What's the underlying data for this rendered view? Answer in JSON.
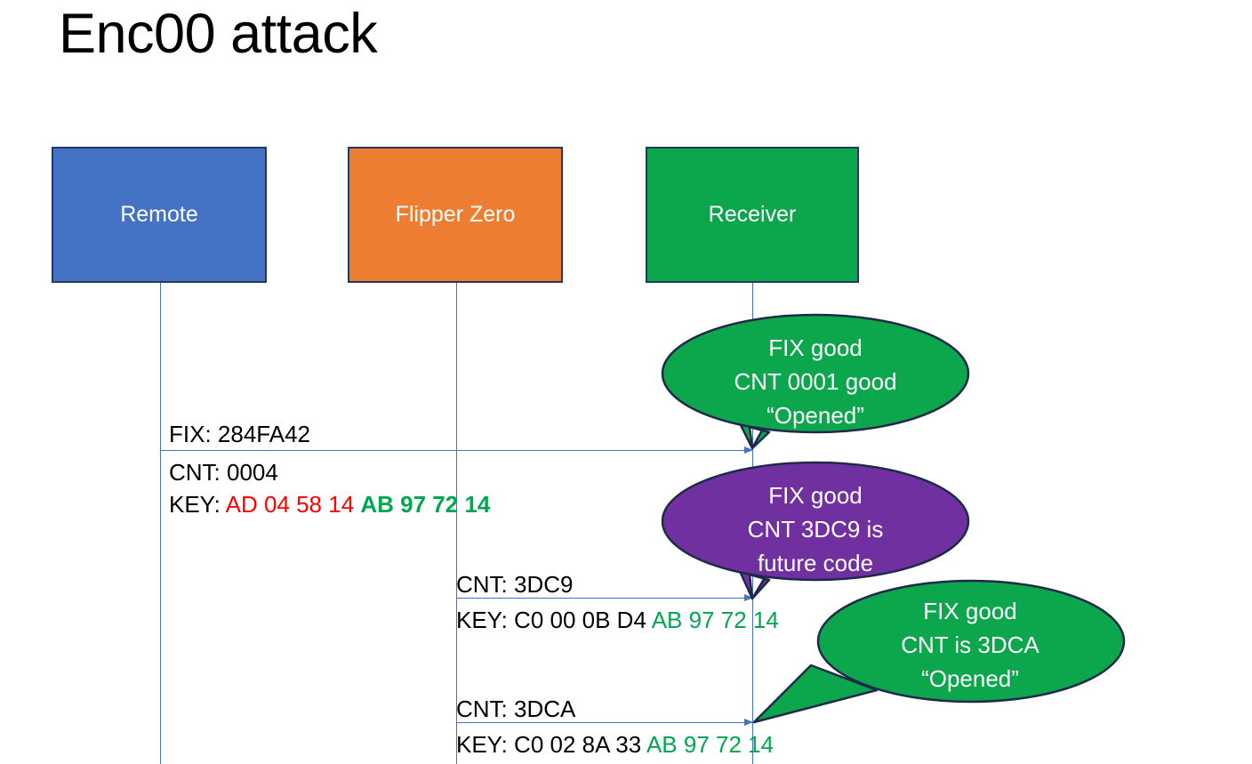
{
  "slide": {
    "title": "Enc00 attack",
    "background": "#FFFFFF"
  },
  "colors": {
    "remote_blue": "#4472C4",
    "flipper_orange": "#ED7D31",
    "receiver_green": "#0CA64C",
    "callout_purple": "#7030A0",
    "outline_navy": "#1F3864",
    "hex_red": "#FF0000",
    "hex_green": "#00A650",
    "lifeline_blue": "#4472C4"
  },
  "actors": [
    {
      "id": "remote",
      "label": "Remote"
    },
    {
      "id": "flipper",
      "label": "Flipper Zero"
    },
    {
      "id": "receiver",
      "label": "Receiver"
    }
  ],
  "messages": [
    {
      "id": "msg-1",
      "from": "remote",
      "to": "receiver",
      "lines": [
        {
          "text": "FIX: 284FA42"
        },
        {
          "text": "CNT: 0004"
        }
      ],
      "key_label": "KEY: ",
      "key_red": "AD 04 58 14 ",
      "key_green": "AB 97 72 14"
    },
    {
      "id": "msg-2",
      "from": "flipper",
      "to": "receiver",
      "cnt": "CNT: 3DC9",
      "key_label": "KEY: C0 00 0B D4 ",
      "key_green": "AB 97 72 14"
    },
    {
      "id": "msg-3",
      "from": "flipper",
      "to": "receiver",
      "cnt": "CNT: 3DCA",
      "key_label": "KEY: C0 02 8A 33 ",
      "key_green": "AB 97 72 14"
    }
  ],
  "callouts": [
    {
      "id": "callout-1",
      "color": "#0CA64C",
      "line1": "FIX good",
      "line2": "CNT 0001 good",
      "line3": "“Opened”"
    },
    {
      "id": "callout-2",
      "color": "#7030A0",
      "line1": "FIX good",
      "line2": "CNT 3DC9 is",
      "line3": "future code"
    },
    {
      "id": "callout-3",
      "color": "#0CA64C",
      "line1": "FIX good",
      "line2": "CNT is 3DCA",
      "line3": "“Opened”"
    }
  ]
}
